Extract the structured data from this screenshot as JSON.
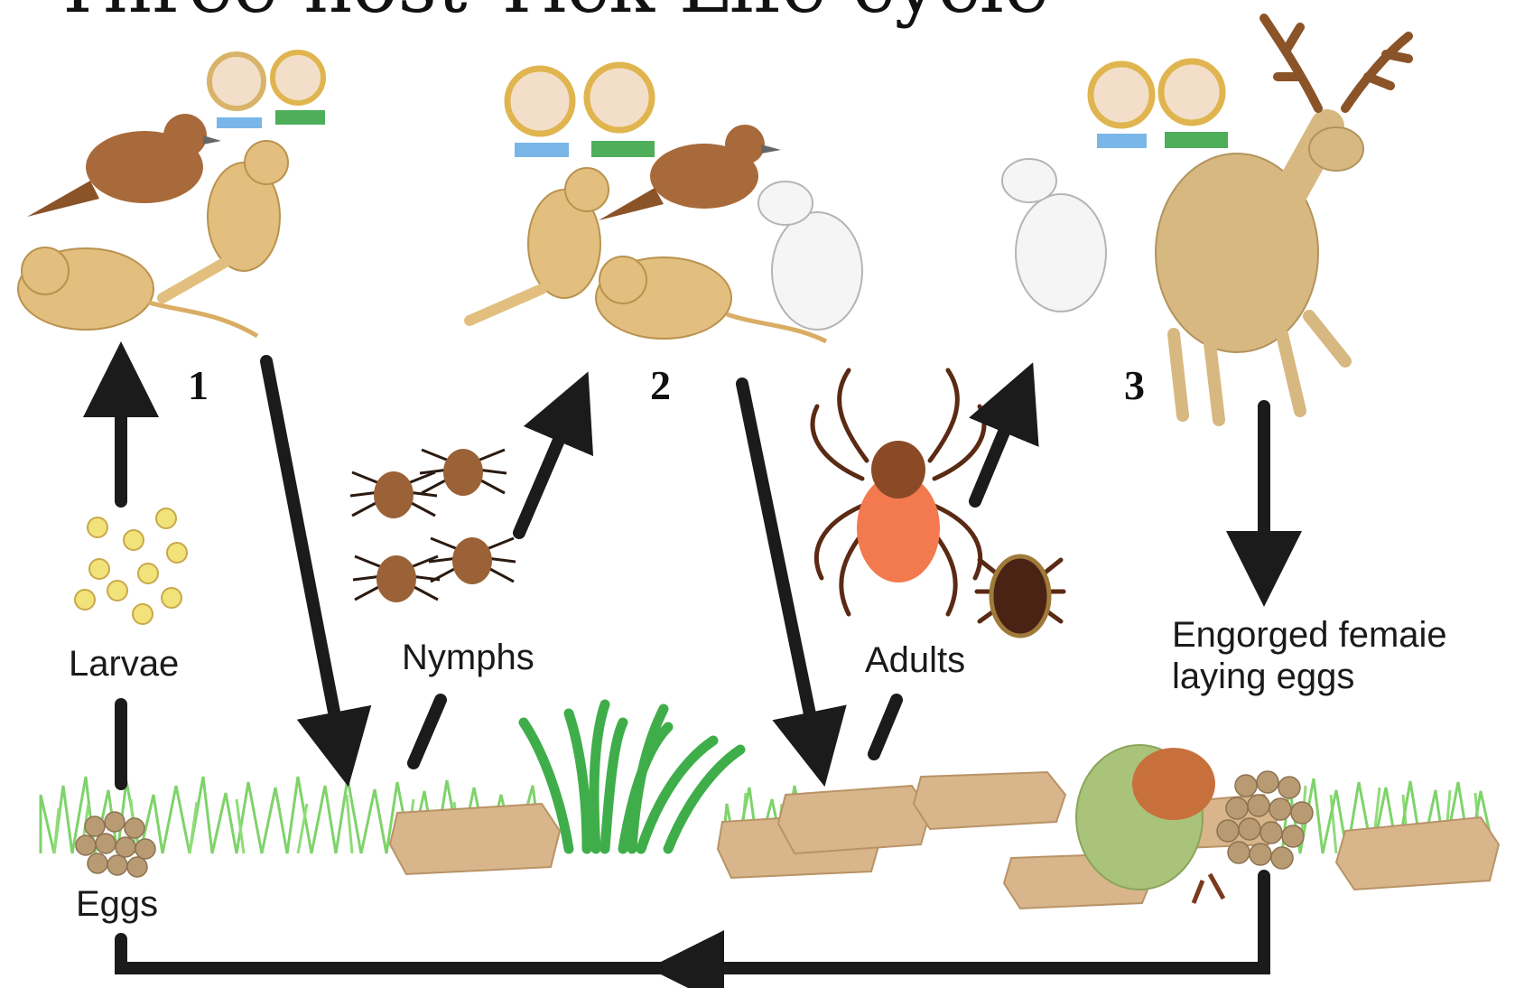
{
  "title": "Three-host Tick Life-cycle",
  "hosts": [
    {
      "number": "1",
      "animals": [
        "people",
        "bird",
        "chipmunk",
        "mouse"
      ]
    },
    {
      "number": "2",
      "animals": [
        "people",
        "chipmunk",
        "bird",
        "dog",
        "mouse"
      ]
    },
    {
      "number": "3",
      "animals": [
        "people",
        "dog",
        "deer"
      ]
    }
  ],
  "stages": {
    "larvae": "Larvae",
    "nymphs": "Nymphs",
    "adults": "Adults",
    "engorged": "Engorged femaie",
    "engorged_line2": "laying eggs",
    "eggs": "Eggs"
  },
  "colors": {
    "arrow": "#1b1b1b",
    "grass_light": "#7ed36a",
    "grass_dark": "#3fae4a",
    "animal_tan": "#e2bf7e",
    "bird_brown": "#a86a3a",
    "deer_tan": "#d7b880",
    "larva_yellow": "#f1e27a",
    "nymph_brown": "#9a6236",
    "adult_orange": "#f27a4e",
    "adult_dark": "#4a2314",
    "log_tan": "#d8b58a",
    "egg_brown": "#b89a73"
  }
}
